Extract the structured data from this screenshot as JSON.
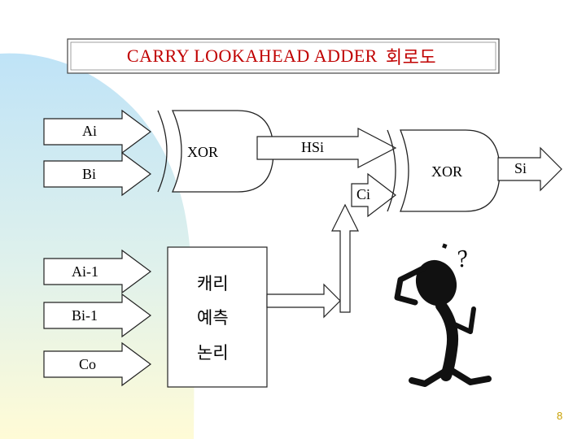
{
  "title": {
    "text": "CARRY   LOOKAHEAD  ADDER",
    "korean": "회로도",
    "color": "#c00000"
  },
  "inputs": {
    "ai": "Ai",
    "bi": "Bi",
    "ai_1": "Ai-1",
    "bi_1": "Bi-1",
    "co": "Co"
  },
  "gates": {
    "xor1": "XOR",
    "xor2": "XOR"
  },
  "signals": {
    "hsi": "HSi",
    "ci": "Ci",
    "si": "Si"
  },
  "logic_box": {
    "line1": "캐리",
    "line2": "예측",
    "line3": "논리"
  },
  "thinker": {
    "question_mark": "?"
  },
  "page_number": "8",
  "colors": {
    "title_text": "#c00000",
    "background_gradient_light": "#fffbd6",
    "background_gradient_blue": "#bfe3f7",
    "page_number": "#c9a000"
  }
}
